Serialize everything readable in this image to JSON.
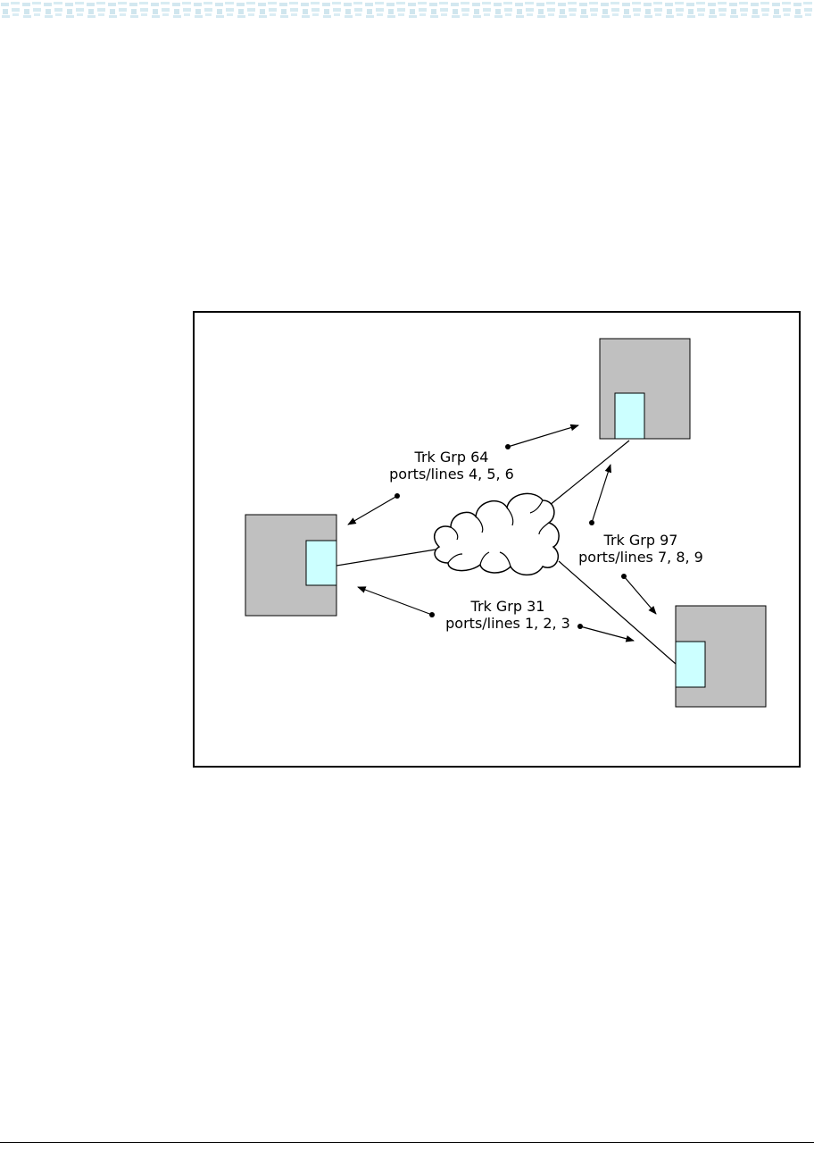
{
  "colors": {
    "header_pattern": "#cfe6ee",
    "node_fill": "#c0c0c0",
    "port_fill": "#ccffff",
    "stroke": "#000000"
  },
  "diagram": {
    "nodes": [
      {
        "id": "left",
        "icon": "pbx-node-icon"
      },
      {
        "id": "top-right",
        "icon": "pbx-node-icon"
      },
      {
        "id": "bottom-right",
        "icon": "pbx-node-icon"
      }
    ],
    "network_icon": "cloud-icon",
    "trunk_groups": [
      {
        "name": "Trk Grp 64",
        "ports": "ports/lines 4, 5, 6"
      },
      {
        "name": "Trk Grp 97",
        "ports": "ports/lines 7, 8, 9"
      },
      {
        "name": "Trk Grp 31",
        "ports": "ports/lines 1, 2, 3"
      }
    ]
  }
}
